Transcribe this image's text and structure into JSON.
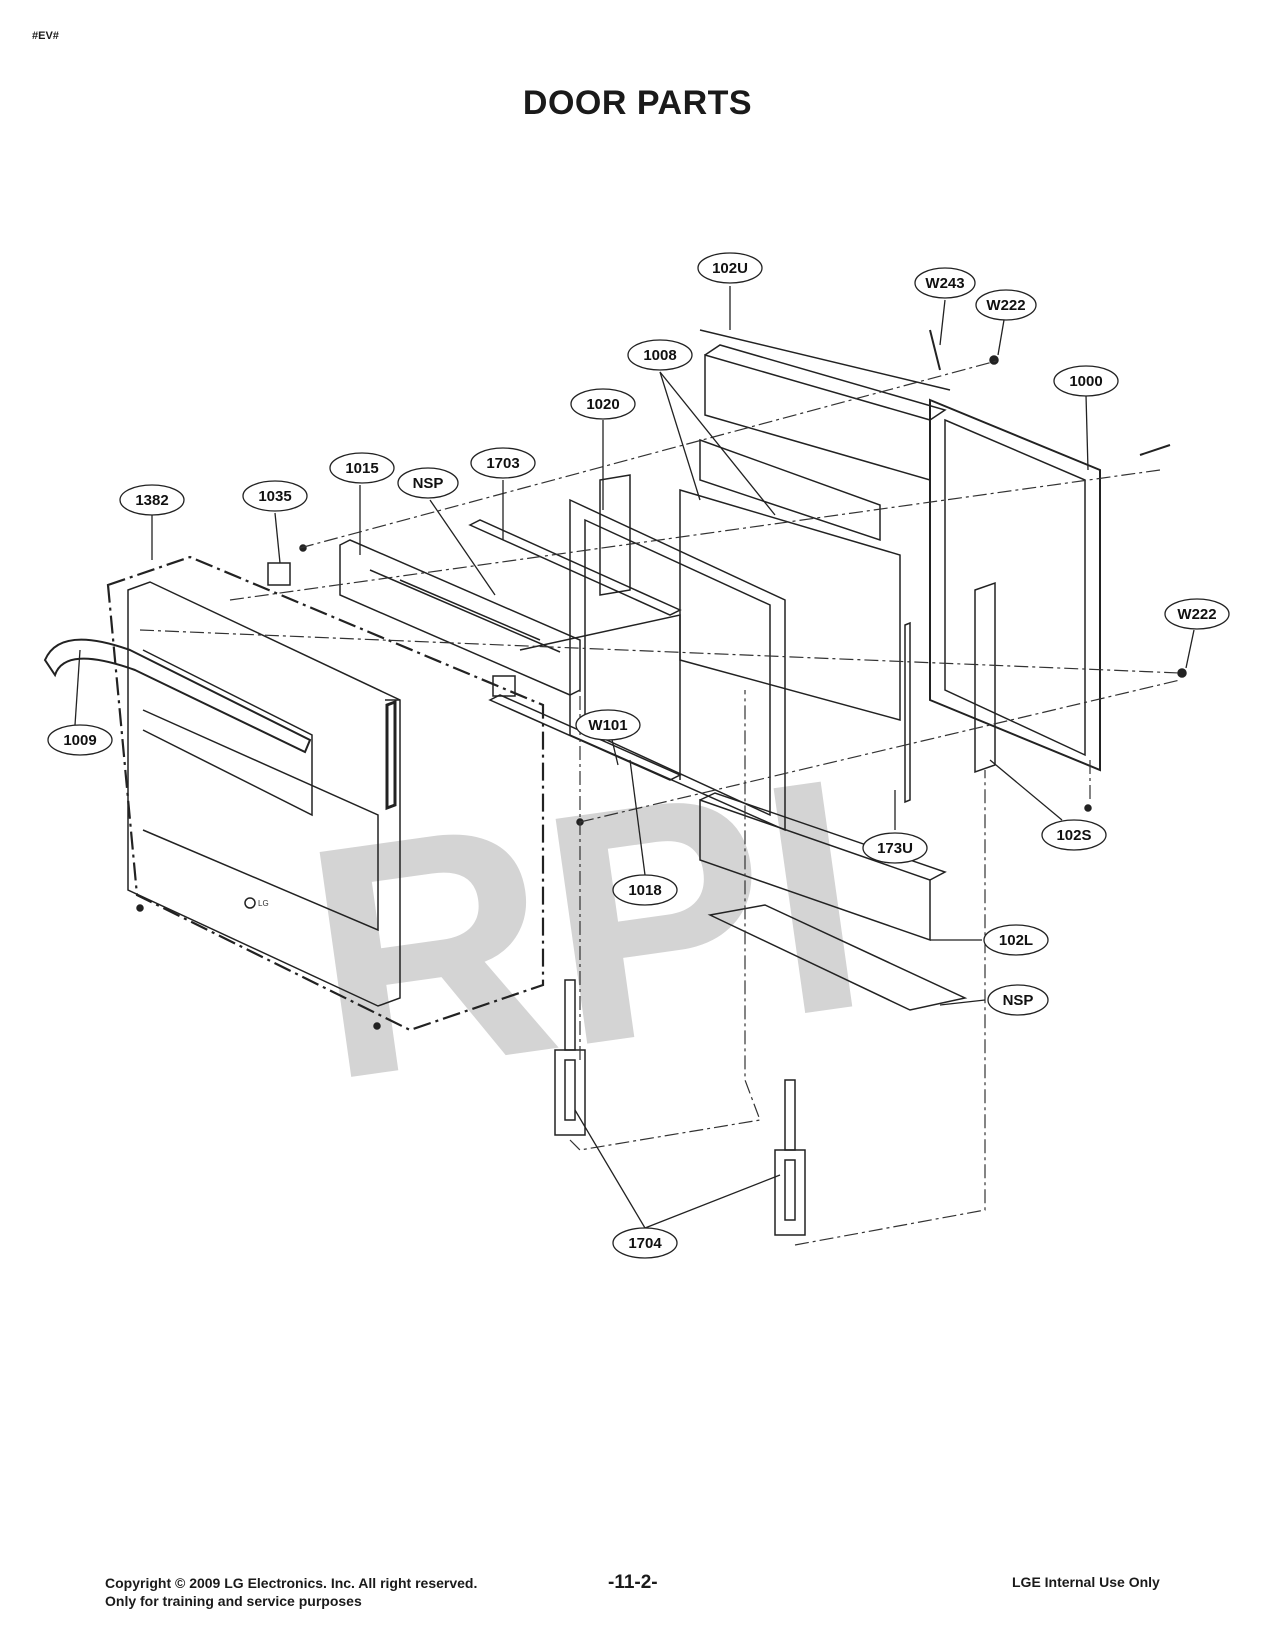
{
  "header": {
    "corner_code": "#EV#",
    "title": "DOOR PARTS"
  },
  "watermark": "RPI",
  "callouts": [
    "102U",
    "W243",
    "W222",
    "1008",
    "1000",
    "1020",
    "1015",
    "1703",
    "NSP",
    "1382",
    "1035",
    "W222",
    "1009",
    "W101",
    "173U",
    "102S",
    "1018",
    "102L",
    "NSP",
    "1704"
  ],
  "footer": {
    "copyright": "Copyright © 2009 LG Electronics. Inc. All right reserved.",
    "usage": "Only for training and service purposes",
    "page": "-11-2-",
    "internal": "LGE Internal Use Only"
  }
}
